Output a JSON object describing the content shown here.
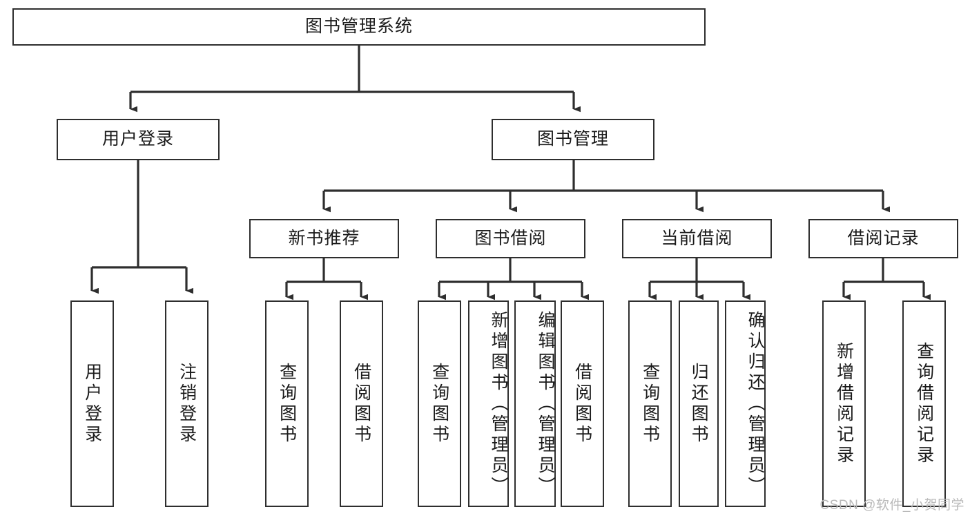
{
  "diagram": {
    "type": "tree-hierarchy",
    "title": "图书管理系统",
    "orientation": "top-down",
    "colors": {
      "box_border": "#2e2e2e",
      "box_fill": "#ffffff",
      "edge": "#2e2e2e",
      "text": "#1a1a1a",
      "watermark": "#b9b9b9"
    },
    "root": {
      "label": "图书管理系统"
    },
    "level2": [
      {
        "label": "用户登录"
      },
      {
        "label": "图书管理"
      }
    ],
    "level3": [
      {
        "label": "新书推荐"
      },
      {
        "label": "图书借阅"
      },
      {
        "label": "当前借阅"
      },
      {
        "label": "借阅记录"
      }
    ],
    "leaves": {
      "user_login": [
        {
          "label": "用户登录"
        },
        {
          "label": "注销登录"
        }
      ],
      "new_book_recommend": [
        {
          "label": "查询图书"
        },
        {
          "label": "借阅图书"
        }
      ],
      "book_borrow": [
        {
          "label": "查询图书"
        },
        {
          "label": "新增图书（管理员）"
        },
        {
          "label": "编辑图书（管理员）"
        },
        {
          "label": "借阅图书"
        }
      ],
      "current_borrow": [
        {
          "label": "查询图书"
        },
        {
          "label": "归还图书"
        },
        {
          "label": "确认归还（管理员）"
        }
      ],
      "borrow_record": [
        {
          "label": "新增借阅记录"
        },
        {
          "label": "查询借阅记录"
        }
      ]
    }
  },
  "watermark": {
    "text": "CSDN @软件_小贺同学"
  }
}
